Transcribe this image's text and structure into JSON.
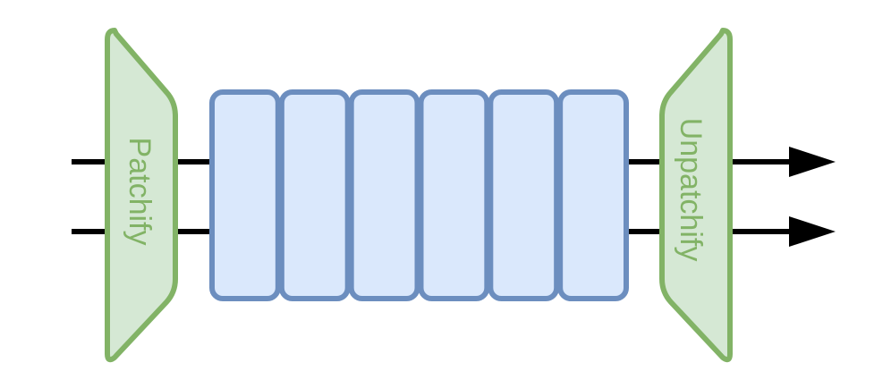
{
  "diagram": {
    "left_block": {
      "label": "Patchify"
    },
    "right_block": {
      "label": "Unpatchify"
    },
    "blocks_count_visible": 6
  },
  "colors": {
    "green_stroke": "#82b366",
    "green_fill": "#d5e8d4",
    "blue_stroke": "#6c8ebf",
    "blue_fill": "#dae8fc",
    "line": "#000000"
  }
}
